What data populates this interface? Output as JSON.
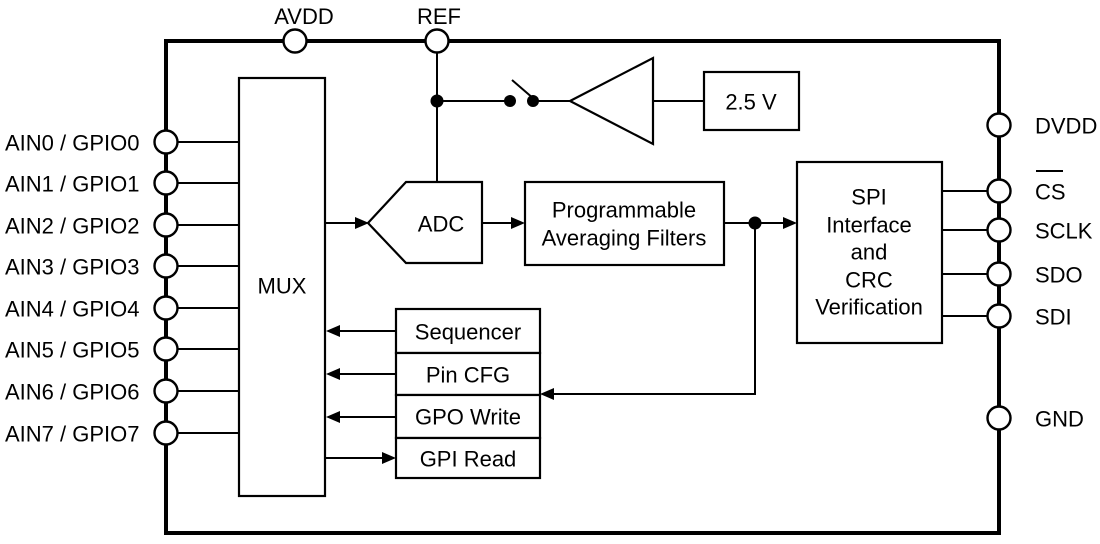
{
  "palette": {
    "line": "#000000",
    "background": "#ffffff"
  },
  "pins": {
    "top": [
      {
        "label": "AVDD"
      },
      {
        "label": "REF"
      }
    ],
    "left": [
      {
        "label": "AIN0 / GPIO0"
      },
      {
        "label": "AIN1 / GPIO1"
      },
      {
        "label": "AIN2 / GPIO2"
      },
      {
        "label": "AIN3 / GPIO3"
      },
      {
        "label": "AIN4 / GPIO4"
      },
      {
        "label": "AIN5 / GPIO5"
      },
      {
        "label": "AIN6 / GPIO6"
      },
      {
        "label": "AIN7 / GPIO7"
      }
    ],
    "right": [
      {
        "label": "DVDD"
      },
      {
        "label": "CS",
        "overline": true
      },
      {
        "label": "SCLK"
      },
      {
        "label": "SDO"
      },
      {
        "label": "SDI"
      },
      {
        "label": "GND"
      }
    ]
  },
  "blocks": {
    "mux": {
      "label": "MUX"
    },
    "adc": {
      "label": "ADC"
    },
    "filters": {
      "line1": "Programmable",
      "line2": "Averaging Filters"
    },
    "vref": {
      "label": "2.5 V"
    },
    "spi": {
      "line1": "SPI",
      "line2": "Interface",
      "line3": "and",
      "line4": "CRC",
      "line5": "Verification"
    },
    "registers": [
      {
        "label": "Sequencer"
      },
      {
        "label": "Pin CFG"
      },
      {
        "label": "GPO Write"
      },
      {
        "label": "GPI Read"
      }
    ]
  }
}
